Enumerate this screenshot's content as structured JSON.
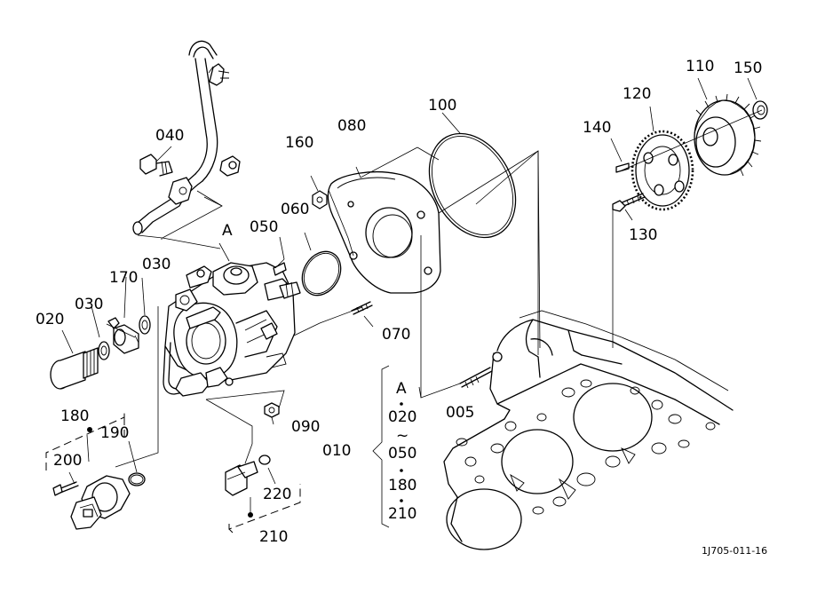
{
  "diagram": {
    "callouts": {
      "c005": "005",
      "c010": "010",
      "c020": "020",
      "c030a": "030",
      "c030b": "030",
      "c040": "040",
      "c050": "050",
      "c060": "060",
      "c070": "070",
      "c080": "080",
      "c090": "090",
      "c100": "100",
      "c110": "110",
      "c120": "120",
      "c130": "130",
      "c140": "140",
      "c150": "150",
      "c160": "160",
      "c170": "170",
      "c180": "180",
      "c190": "190",
      "c200": "200",
      "c210": "210",
      "c220": "220",
      "ref_a": "A"
    },
    "assembly_list": {
      "letter": "A",
      "first": "020",
      "range_mark": "~",
      "last": "050",
      "item2": "180",
      "item3": "210"
    },
    "drawing_number": "1J705-011-16"
  }
}
